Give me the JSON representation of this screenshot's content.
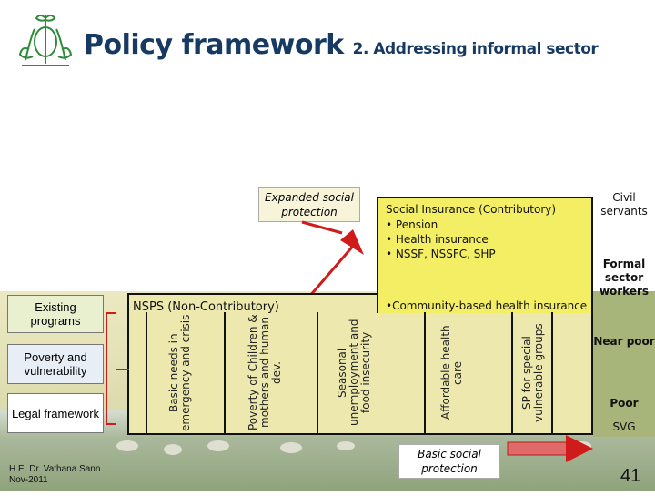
{
  "header": {
    "title": "Policy framework",
    "subtitle": "2. Addressing informal sector"
  },
  "left_boxes": {
    "existing_programs": "Existing programs",
    "poverty_vulnerability": "Poverty and vulnerability",
    "legal_framework": "Legal framework"
  },
  "nsps_label": "NSPS (Non-Contributory)",
  "columns": [
    "Basic needs in emergency and crisis",
    "Poverty of Children & mothers and human dev.",
    "Seasonal unemployment and food insecurity",
    "Affordable health care",
    "SP for special vulnerable groups"
  ],
  "social_insurance": {
    "title": "Social Insurance (Contributory)",
    "items": [
      "• Pension",
      "• Health insurance",
      "• NSSF, NSSFC, SHP"
    ],
    "community": "•Community-based health insurance"
  },
  "right_labels": {
    "civil": "Civil servants",
    "formal": "Formal sector workers",
    "near_poor": "Near poor",
    "poor": "Poor",
    "svg": "SVG"
  },
  "expanded": "Expanded social protection",
  "basic": "Basic social protection",
  "author": {
    "name": "H.E. Dr. Vathana Sann",
    "date": "Nov-2011"
  },
  "page_number": "41",
  "colors": {
    "title": "#173a63",
    "nsps_fill": "#ede8ad",
    "si_fill": "#f4ee65",
    "arrow_red": "#d01b1b"
  },
  "icons": {
    "logo": "royal-emblem-icon",
    "arrow_up": "arrow-up-right-icon",
    "arrow_right": "arrow-right-icon"
  }
}
